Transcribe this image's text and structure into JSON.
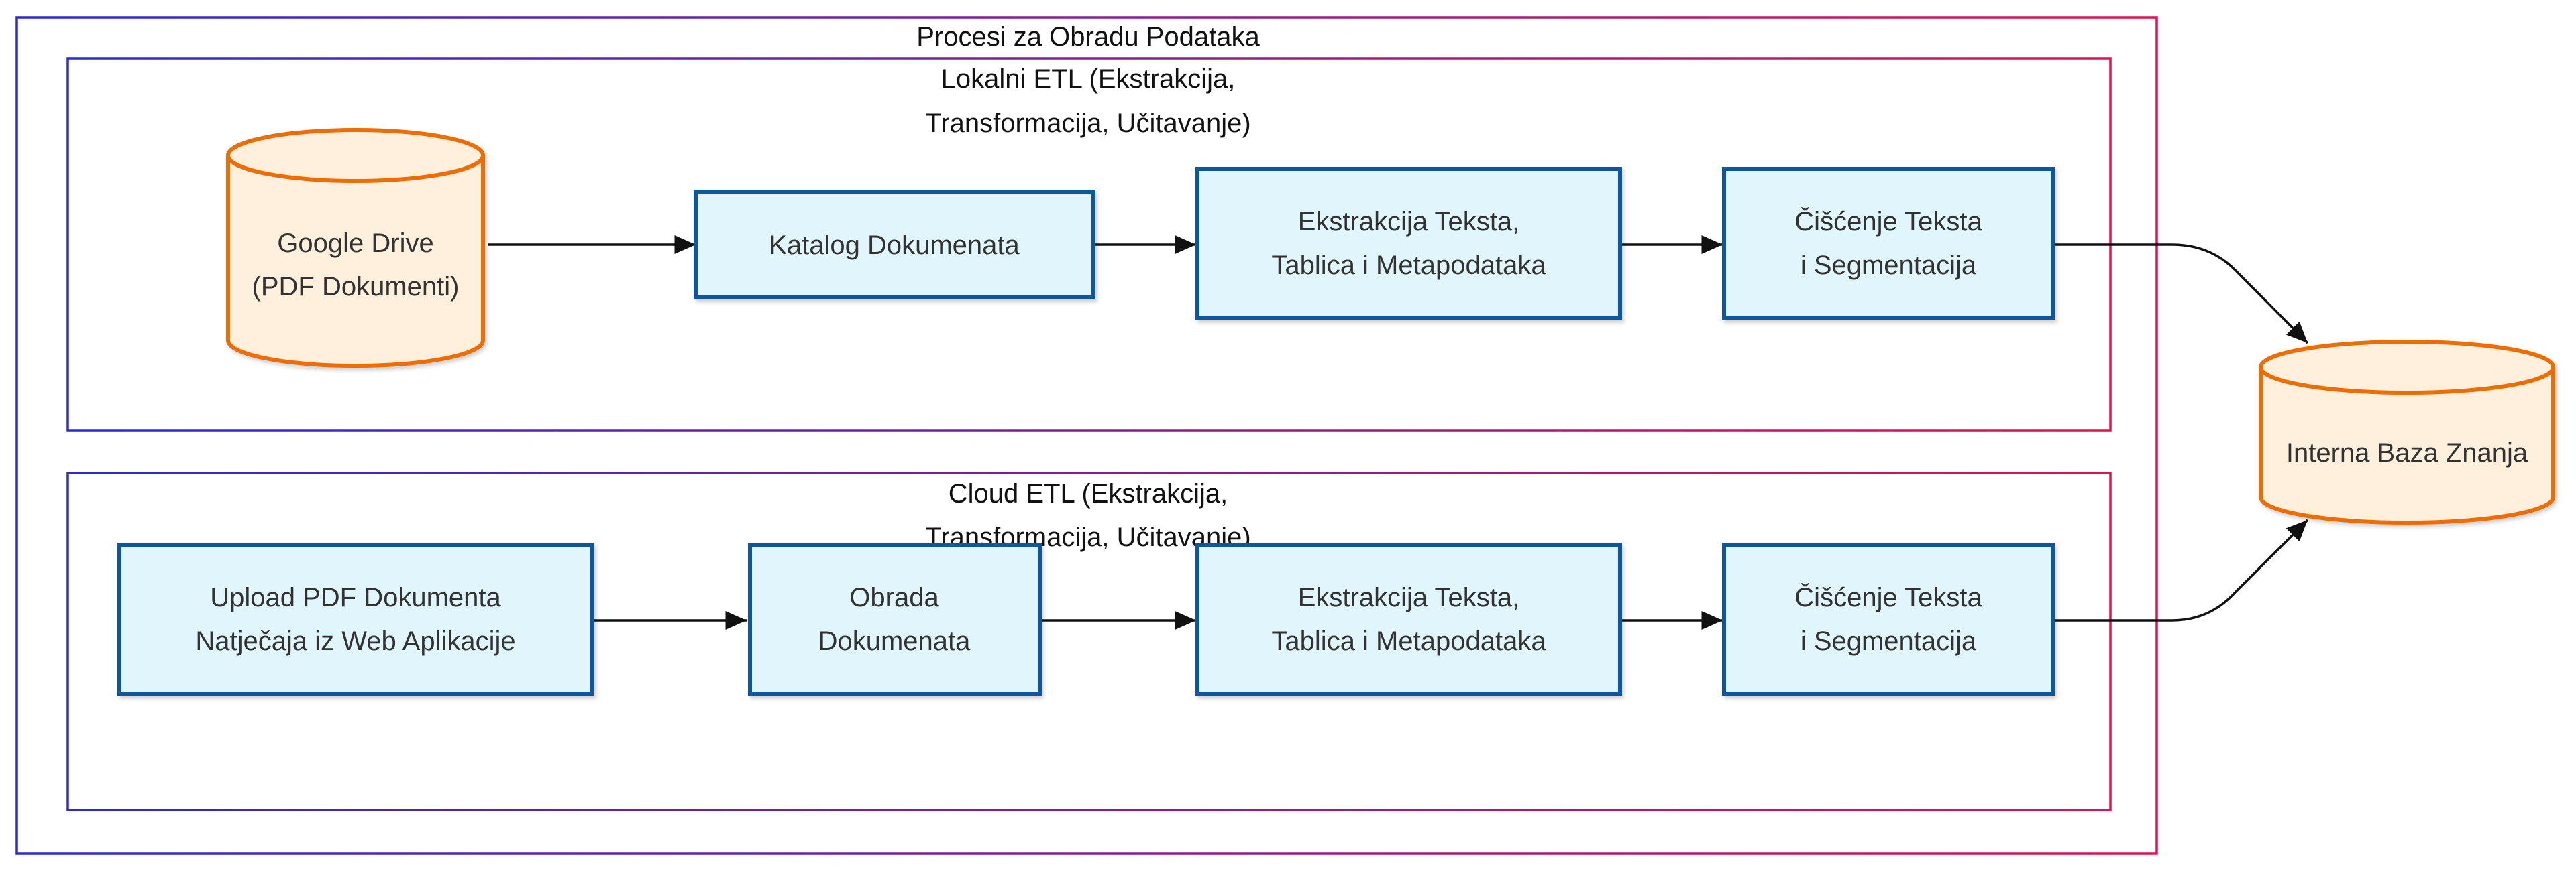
{
  "title": "Procesi za Obradu Podataka",
  "clusters": {
    "local": {
      "label_line1": "Lokalni ETL (Ekstrakcija,",
      "label_line2": "Transformacija, Učitavanje)"
    },
    "cloud": {
      "label_line1": "Cloud ETL (Ekstrakcija,",
      "label_line2": "Transformacija, Učitavanje)"
    }
  },
  "nodes": {
    "google_drive": {
      "line1": "Google Drive",
      "line2": "(PDF Dokumenti)"
    },
    "katalog": {
      "line1": "Katalog Dokumenata"
    },
    "ekstrakcija_local": {
      "line1": "Ekstrakcija Teksta,",
      "line2": "Tablica i Metapodataka"
    },
    "ciscenje_local": {
      "line1": "Čišćenje Teksta",
      "line2": "i Segmentacija"
    },
    "upload": {
      "line1": "Upload PDF Dokumenta",
      "line2": "Natječaja iz Web Aplikacije"
    },
    "obrada": {
      "line1": "Obrada",
      "line2": "Dokumenata"
    },
    "ekstrakcija_cloud": {
      "line1": "Ekstrakcija Teksta,",
      "line2": "Tablica i Metapodataka"
    },
    "ciscenje_cloud": {
      "line1": "Čišćenje Teksta",
      "line2": "i Segmentacija"
    },
    "baza": {
      "line1": "Interna Baza Znanja"
    }
  },
  "colors": {
    "process_fill": "#e1f5fc",
    "process_stroke": "#0d56a0",
    "db_fill": "#fff0dd",
    "db_stroke": "#ef6c00",
    "cluster_gradient_start": "#2a2ad6",
    "cluster_gradient_end": "#e0114e"
  }
}
